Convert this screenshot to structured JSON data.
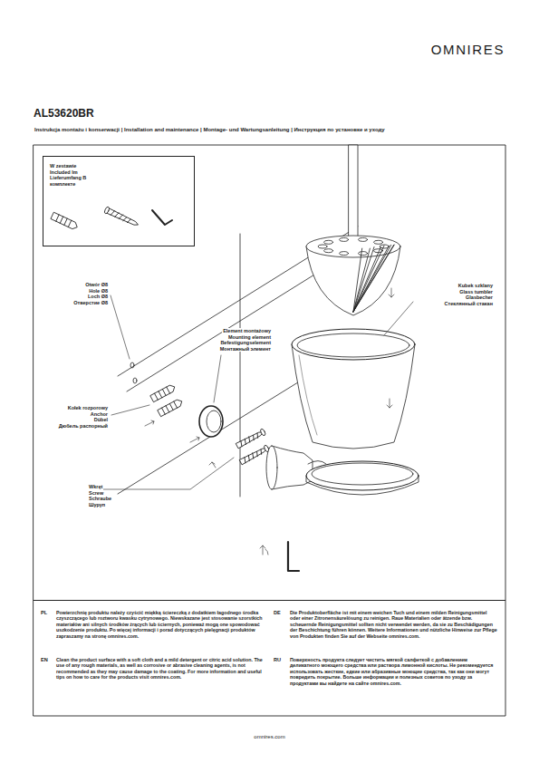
{
  "diagram": {
    "title": "AL53620BR",
    "nodes": [
      {
        "text": [
          "W zestawie Included Im Lieferumfang В комплекте"
        ]
      },
      {
        "text": [
          "PL",
          "Powierzchnię produktu należy czyścić miękką ściereczką z dodatkiem łagodnego środka czyszczącego lub roztworu kwasku cytrynowego. Niewskazane jest stosowanie szorstkich materiałów ani silnych środków żrących lub ściernych, ponieważ mogą one spowodować uszkodzenie produktu. Po więcej informacji i porad dotyczących pielęgnacji produktów zapraszamy na stronę omnires.com.",
          "EN",
          "Clean the product surface with a soft cloth and a mild detergent or citric acid solution. The use of any rough materials, as well as corrosive or abrasive cleaning agents, is not recommended as they may cause damage to the coating. For more information and useful tips on how to care for the products visit omnires.com.",
          "DE",
          "Die Produktoberfläche ist mit einem weichen Tuch und einem milden Reinigungsmittel oder einer Zitronensäurelösung zu reinigen. Raue Materialien oder ätzende bzw. scheuernde Reinigungsmittel sollten nicht verwendet werden, da sie zu Beschädigungen der Beschichtung führen können. Weitere Informationen und nützliche Hinweise zur Pflege von Produkten finden Sie auf der Webseite omnires.com.",
          "RU",
          "Поверхность продукта следует чистить мягкой салфеткой с добавлением деликатного моющего средства или раствора лимонной кислоты. Не рекомендуется использовать жесткие, едкие или абразивные моющие средства, так как они могут повредить покрытие. Больше информации и полезных советов по уходу за продуктами вы найдете на сайте omnires.com."
        ]
      }
    ],
    "labels": [
      "OMNIRES",
      "Instrukcja montażu i konserwacji | Installation and maintenance | Montage- und Wartungsanleitung | Инструкция по установке и уходу",
      "Otwór Ø8",
      "Hole Ø8",
      "Loch Ø8",
      "Отверстие Ø8",
      "Element montażowy",
      "Mounting element",
      "Befestigungselement",
      "Монтажный элемент",
      "Kubek szklany",
      "Glass tumbler",
      "Glasbecher",
      "Стеклянный стакан",
      "Kołek rozporowy",
      "Anchor",
      "Dübel",
      "Дюбель распорный",
      "Wkręt",
      "Screw",
      "Schraube",
      "Шуруп",
      "omnires.com"
    ]
  }
}
